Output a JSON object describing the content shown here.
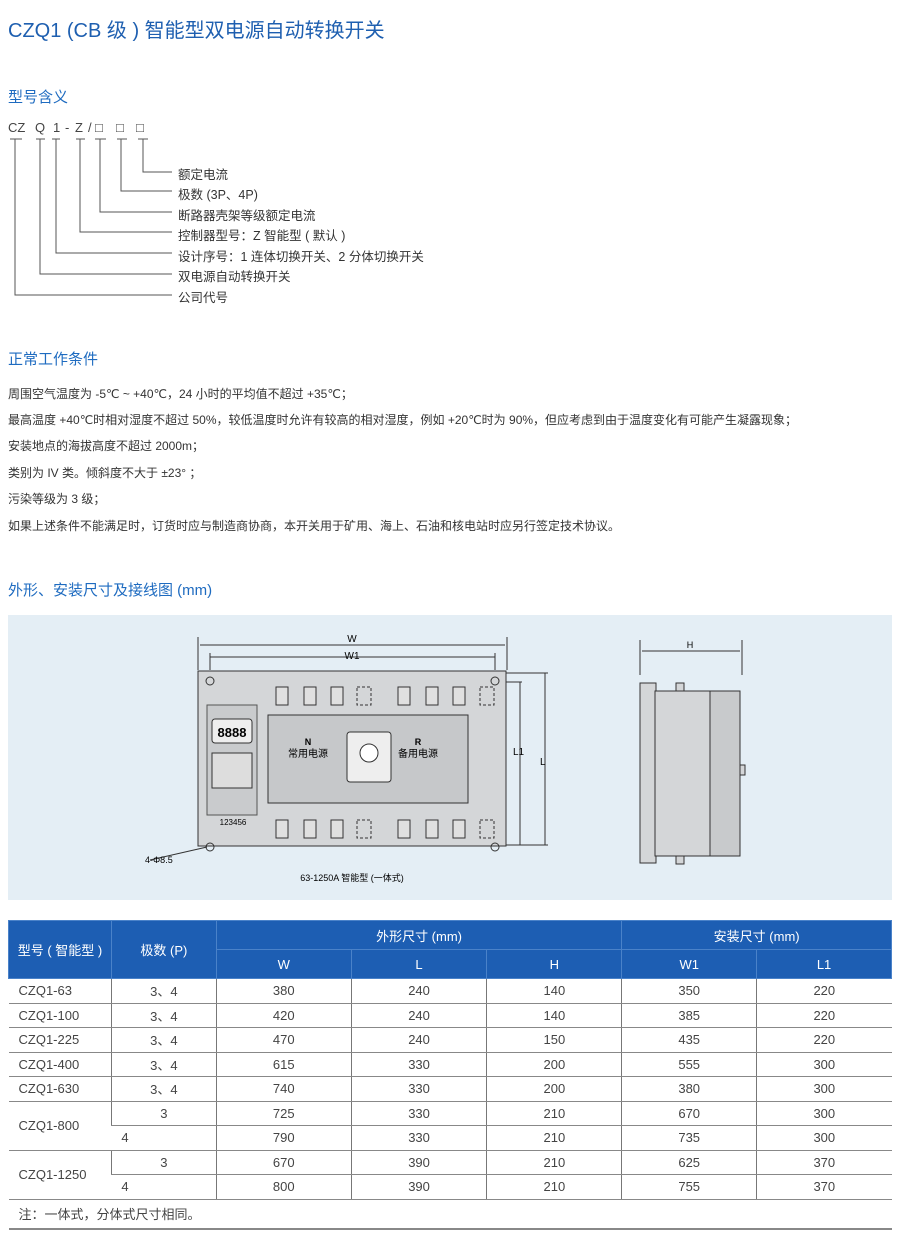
{
  "title": "CZQ1 (CB 级 ) 智能型双电源自动转换开关",
  "sections": {
    "model": "型号含义",
    "conditions": "正常工作条件",
    "dimensions": "外形、安装尺寸及接线图 (mm)"
  },
  "model_code": {
    "parts": [
      "CZ",
      "Q",
      "1",
      "-",
      "Z",
      "/",
      "□",
      "□",
      "□"
    ],
    "labels": [
      "额定电流",
      "极数 (3P、4P)",
      "断路器壳架等级额定电流",
      "控制器型号：Z 智能型 ( 默认 )",
      "设计序号：1 连体切换开关、2 分体切换开关",
      "双电源自动转换开关",
      "公司代号"
    ]
  },
  "conditions": [
    "周围空气温度为 -5℃ ~ +40℃，24 小时的平均值不超过 +35℃；",
    "最高温度 +40℃时相对湿度不超过 50%，较低温度时允许有较高的相对湿度，例如 +20℃时为 90%，但应考虑到由于温度变化有可能产生凝露现象；",
    "安装地点的海拔高度不超过 2000m；",
    "类别为 IV 类。倾斜度不大于 ±23° ；",
    "污染等级为 3 级；",
    "如果上述条件不能满足时，订货时应与制造商协商，本开关用于矿用、海上、石油和核电站时应另行签定技术协议。"
  ],
  "drawing": {
    "W": "W",
    "W1": "W1",
    "L": "L",
    "L1": "L1",
    "H": "H",
    "N": "N",
    "R": "R",
    "normal": "常用电源",
    "backup": "备用电源",
    "display": "8888",
    "terminals": "123456",
    "hole": "4-Φ8.5",
    "caption": "63-1250A 智能型 (一体式)"
  },
  "table": {
    "h_model": "型号 ( 智能型 )",
    "h_poles": "极数 (P)",
    "h_outer": "外形尺寸 (mm)",
    "h_mount": "安装尺寸 (mm)",
    "cols": [
      "W",
      "L",
      "H",
      "W1",
      "L1"
    ],
    "rows": [
      {
        "model": "CZQ1-63",
        "p": "3、4",
        "v": [
          "380",
          "240",
          "140",
          "350",
          "220"
        ]
      },
      {
        "model": "CZQ1-100",
        "p": "3、4",
        "v": [
          "420",
          "240",
          "140",
          "385",
          "220"
        ]
      },
      {
        "model": "CZQ1-225",
        "p": "3、4",
        "v": [
          "470",
          "240",
          "150",
          "435",
          "220"
        ]
      },
      {
        "model": "CZQ1-400",
        "p": "3、4",
        "v": [
          "615",
          "330",
          "200",
          "555",
          "300"
        ]
      },
      {
        "model": "CZQ1-630",
        "p": "3、4",
        "v": [
          "740",
          "330",
          "200",
          "380",
          "300"
        ]
      },
      {
        "model": "CZQ1-800",
        "p": "3",
        "v": [
          "725",
          "330",
          "210",
          "670",
          "300"
        ]
      },
      {
        "model": "",
        "p": "4",
        "v": [
          "790",
          "330",
          "210",
          "735",
          "300"
        ]
      },
      {
        "model": "CZQ1-1250",
        "p": "3",
        "v": [
          "670",
          "390",
          "210",
          "625",
          "370"
        ]
      },
      {
        "model": "",
        "p": "4",
        "v": [
          "800",
          "390",
          "210",
          "755",
          "370"
        ]
      }
    ],
    "note": "注：一体式，分体式尺寸相同。"
  }
}
